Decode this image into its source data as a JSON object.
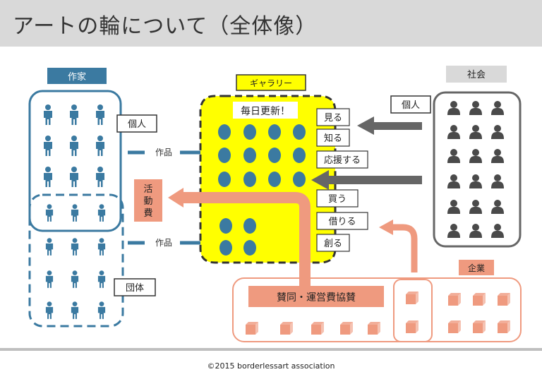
{
  "title": "アートの輪について（全体像）",
  "footer": "©2015 borderlessart association",
  "groups": {
    "artist": "作家",
    "gallery": "ギャラリー",
    "society": "社会",
    "company": "企業"
  },
  "labels": {
    "individual_left": "個人",
    "group_left": "団体",
    "individual_right": "個人",
    "works_top": "作品",
    "works_bottom": "作品",
    "activity_fee": [
      "活",
      "動",
      "費"
    ],
    "daily_update": "毎日更新！",
    "sponsorship": "賛同・運営費協賛"
  },
  "actions": [
    "見る",
    "知る",
    "応援する",
    "買う",
    "借りる",
    "創る"
  ],
  "colors": {
    "artist_blue": "#3b7aa1",
    "gallery_yellow": "#ffff00",
    "society_gray": "#595959",
    "salmon": "#ef9a7f"
  }
}
